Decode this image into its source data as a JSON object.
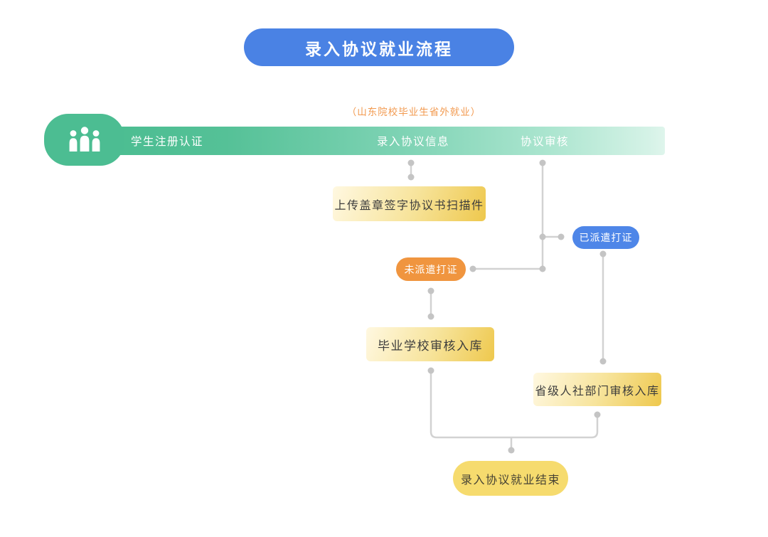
{
  "title": "录入协议就业流程",
  "subtitle": "（山东院校毕业生省外就业）",
  "stage_bar": {
    "icon": "people-group-icon",
    "stages": [
      "学生注册认证",
      "录入协议信息",
      "协议审核"
    ]
  },
  "nodes": {
    "upload_box": "上传盖章签字协议书扫描件",
    "dispatched_pill": "已派遣打证",
    "not_dispatched_pill": "未派遣打证",
    "school_review_box": "毕业学校审核入库",
    "provincial_review_box": "省级人社部门审核入库",
    "end_pill": "录入协议就业结束"
  },
  "colors": {
    "title_blue": "#4A82E4",
    "pill_blue": "#4E86E8",
    "pill_orange": "#F0953F",
    "subtitle_orange": "#F2994E",
    "bar_green": "#4CBD92",
    "bar_fade": "#DFF5EC",
    "gold_light": "#FFF8E1",
    "gold_mid": "#F7E49C",
    "gold_deep": "#EEC84D",
    "end_yellow": "#F6DB6E",
    "connector_line": "#D2D2D2",
    "connector_dot": "#C4C4C4",
    "dark_text": "#3C3C3C",
    "end_text": "#474334"
  }
}
